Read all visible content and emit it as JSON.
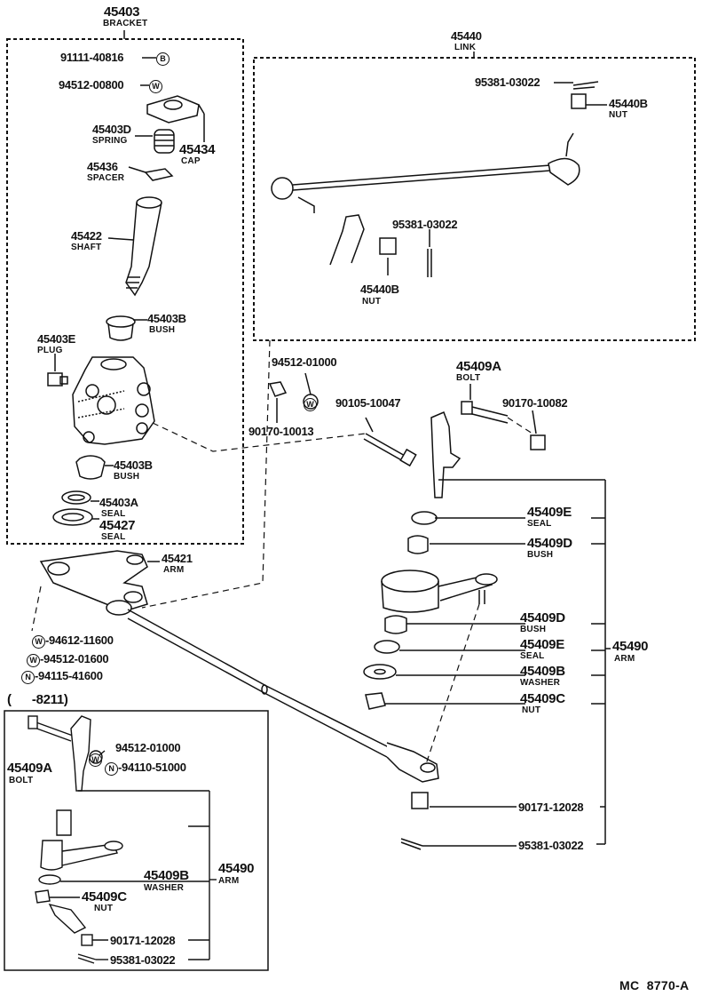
{
  "labels": {
    "bracket_no": "45403",
    "bracket_name": "BRACKET",
    "link_no": "45440",
    "link_name": "LINK",
    "b_91111": "91111-40816",
    "b_marker": "B",
    "w_94512_00800": "94512-00800",
    "w_marker": "W",
    "cap_no": "45434",
    "cap_name": "CAP",
    "spring_no": "45403D",
    "spring_name": "SPRING",
    "spacer_no": "45436",
    "spacer_name": "SPACER",
    "shaft_no": "45422",
    "shaft_name": "SHAFT",
    "bush1_no": "45403B",
    "bush1_name": "BUSH",
    "plug_no": "45403E",
    "plug_name": "PLUG",
    "bush2_no": "45403B",
    "bush2_name": "BUSH",
    "seal1_no": "45403A",
    "seal1_name": "SEAL",
    "seal2_no": "45427",
    "seal2_name": "SEAL",
    "arm1_no": "45421",
    "arm1_name": "ARM",
    "cotter_top": "95381-03022",
    "nut_top_no": "45440B",
    "nut_top_name": "NUT",
    "cotter_mid": "95381-03022",
    "nut_mid_no": "45440B",
    "nut_mid_name": "NUT",
    "w_94512_01000": "94512-01000",
    "nut_90170_10013": "90170-10013",
    "bolt_90105": "90105-10047",
    "bolt_no": "45409A",
    "bolt_name": "BOLT",
    "nut_90170_10082": "90170-10082",
    "seal_e1_no": "45409E",
    "seal_e1_name": "SEAL",
    "bush_d1_no": "45409D",
    "bush_d1_name": "BUSH",
    "bush_d2_no": "45409D",
    "bush_d2_name": "BUSH",
    "seal_e2_no": "45409E",
    "seal_e2_name": "SEAL",
    "washer_no": "45409B",
    "washer_name": "WASHER",
    "nut_c_no": "45409C",
    "nut_c_name": "NUT",
    "arm_no": "45490",
    "arm_name": "ARM",
    "nut_90171": "90171-12028",
    "cotter_bottom": "95381-03022",
    "w_94612_11600": "-94612-11600",
    "w_94512_01600": "-94512-01600",
    "n_94115_41600": "-94115-41600",
    "n_marker": "N",
    "inset_range": "(      -8211)",
    "inset_bolt_no": "45409A",
    "inset_bolt_name": "BOLT",
    "inset_w_94512_01000": "94512-01000",
    "inset_n_94110_51000": "-94110-51000",
    "inset_washer_no": "45409B",
    "inset_washer_name": "WASHER",
    "inset_nut_no": "45409C",
    "inset_nut_name": "NUT",
    "inset_arm_no": "45490",
    "inset_arm_name": "ARM",
    "inset_nut_90171": "90171-12028",
    "inset_cotter": "95381-03022",
    "diagram_code": "MC  8770-A"
  }
}
